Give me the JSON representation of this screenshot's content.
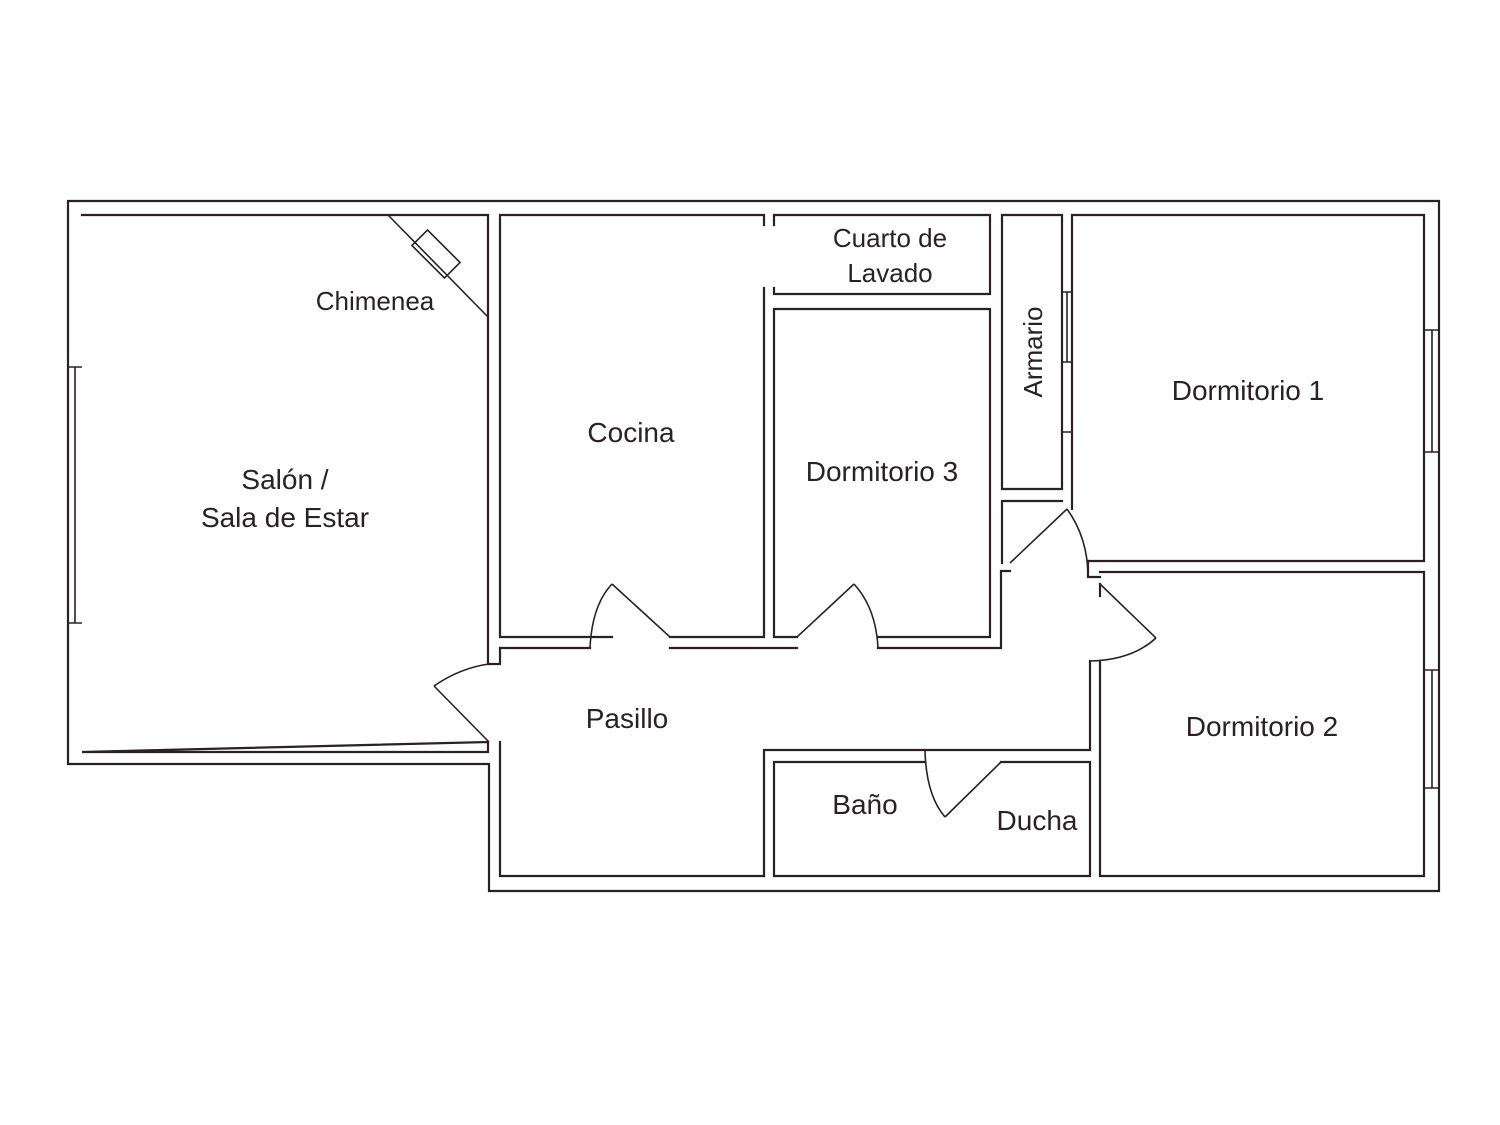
{
  "colors": {
    "wall": "#2b2024",
    "label": "#2b2024",
    "background": "#ffffff"
  },
  "rooms": {
    "salon_line1": "Salón /",
    "salon_line2": "Sala de Estar",
    "chimenea": "Chimenea",
    "cocina": "Cocina",
    "lavado_line1": "Cuarto de",
    "lavado_line2": "Lavado",
    "dormitorio3": "Dormitorio 3",
    "armario": "Armario",
    "dormitorio1": "Dormitorio 1",
    "dormitorio2": "Dormitorio 2",
    "pasillo": "Pasillo",
    "bano": "Baño",
    "ducha": "Ducha"
  }
}
